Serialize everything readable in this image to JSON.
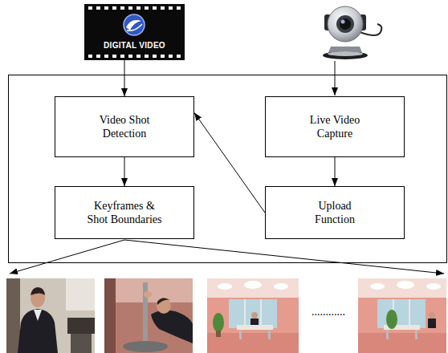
{
  "diagram": {
    "nodes": [
      {
        "text": [
          "DIGITAL VIDEO"
        ]
      },
      {
        "text": [
          "Video Shot Detection"
        ]
      },
      {
        "text": [
          "Live Video Capture"
        ]
      },
      {
        "text": [
          "Keyframes & Shot Boundaries"
        ]
      },
      {
        "text": [
          "Upload Function"
        ]
      }
    ],
    "edges": [
      {
        "from": 0,
        "to": 1,
        "arrow": "to"
      },
      {
        "from": 1,
        "to": 3,
        "arrow": "to"
      },
      {
        "from": 2,
        "to": 4,
        "arrow": "to"
      },
      {
        "from": 4,
        "to": 1,
        "arrow": "to"
      }
    ],
    "labels": [
      "............"
    ]
  }
}
